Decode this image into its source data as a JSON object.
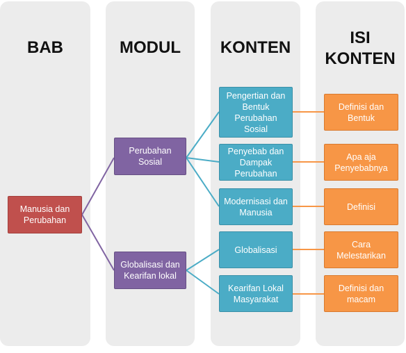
{
  "columns": [
    {
      "title_lines": [
        "BAB"
      ]
    },
    {
      "title_lines": [
        "MODUL"
      ]
    },
    {
      "title_lines": [
        "KONTEN"
      ]
    },
    {
      "title_lines": [
        "ISI",
        "KONTEN"
      ]
    }
  ],
  "bab": {
    "label": "Manusia dan Perubahan"
  },
  "modul": [
    {
      "label": "Perubahan Sosial"
    },
    {
      "label": "Globalisasi dan Kearifan lokal"
    }
  ],
  "konten": [
    {
      "label": "Pengertian dan Bentuk Perubahan Sosial"
    },
    {
      "label": "Penyebab dan Dampak Perubahan"
    },
    {
      "label": "Modernisasi dan Manusia"
    },
    {
      "label": "Globalisasi"
    },
    {
      "label": "Kearifan Lokal Masyarakat"
    }
  ],
  "isi_konten": [
    {
      "label": "Definisi dan Bentuk"
    },
    {
      "label": "Apa aja Penyebabnya"
    },
    {
      "label": "Definisi"
    },
    {
      "label": "Cara Melestarikan"
    },
    {
      "label": "Definisi dan macam"
    }
  ],
  "colors": {
    "column_bg": "#ececec",
    "bab": "#c0504d",
    "modul": "#8064a2",
    "konten": "#4bacc6",
    "isi_konten": "#f79646"
  }
}
